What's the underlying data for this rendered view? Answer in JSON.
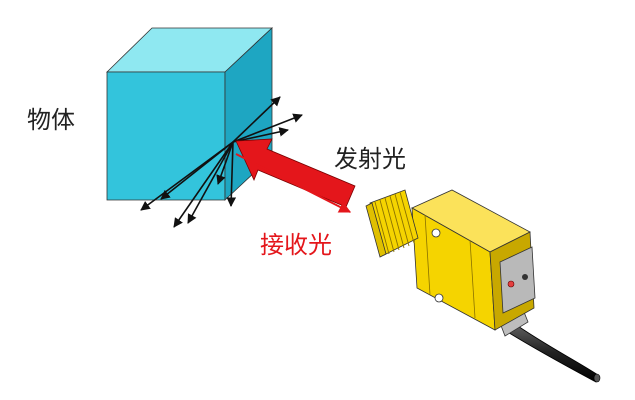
{
  "labels": {
    "object": "物体",
    "emitted_light": "发射光",
    "received_light": "接收光"
  },
  "colors": {
    "cube_front": "#33c4dc",
    "cube_top": "#8fe8f1",
    "cube_side": "#1ea6c2",
    "emit_arrow": "#e4161b",
    "sensor_yellow": "#f5d400",
    "sensor_shadow": "#c8a800",
    "indicator_led": "#e54040"
  }
}
